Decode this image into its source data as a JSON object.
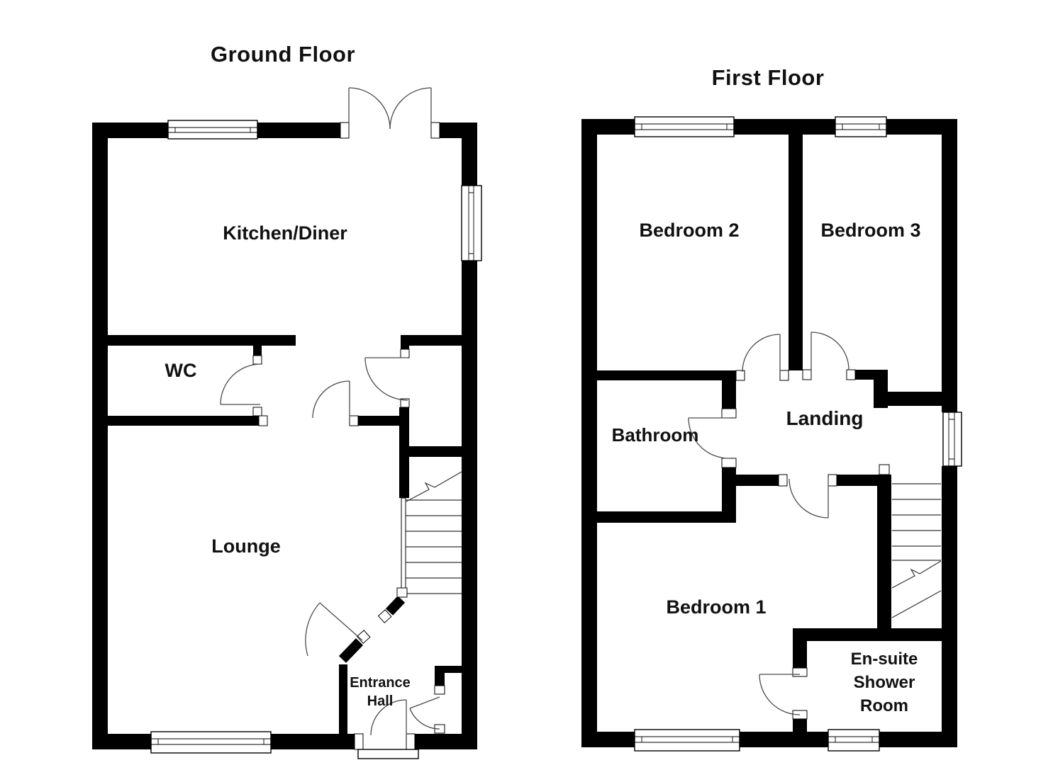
{
  "ground_floor": {
    "title": "Ground Floor",
    "rooms": {
      "kitchen_diner": "Kitchen/Diner",
      "wc": "WC",
      "lounge": "Lounge",
      "entrance_line1": "Entrance",
      "entrance_line2": "Hall"
    }
  },
  "first_floor": {
    "title": "First Floor",
    "rooms": {
      "bedroom2": "Bedroom 2",
      "bedroom3": "Bedroom 3",
      "bathroom": "Bathroom",
      "landing": "Landing",
      "bedroom1": "Bedroom 1",
      "ensuite_line1": "En-suite",
      "ensuite_line2": "Shower",
      "ensuite_line3": "Room"
    }
  },
  "colors": {
    "wall": "#000000",
    "background": "#ffffff"
  }
}
